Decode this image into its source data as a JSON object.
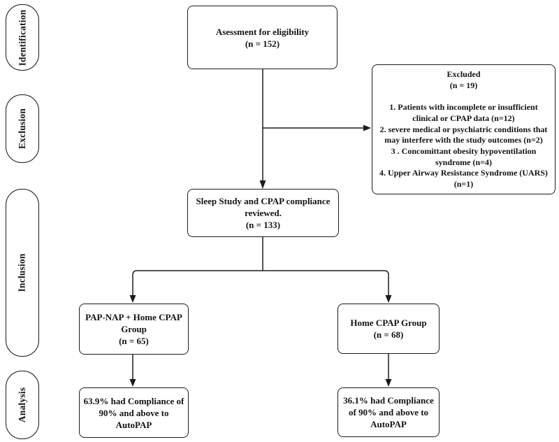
{
  "sidebar": {
    "stages": [
      {
        "label": "Identification"
      },
      {
        "label": "Exclusion"
      },
      {
        "label": "Inclusion"
      },
      {
        "label": "Analysis"
      }
    ]
  },
  "flow": {
    "eligibility": {
      "lines": [
        "Asessment for eligibility",
        "(n = 152)"
      ]
    },
    "excluded": {
      "lines": [
        "Excluded",
        "(n = 19)",
        "",
        "1. Patients with incomplete or insufficient",
        "clinical or CPAP data (n=12)",
        "2. severe medical or psychiatric conditions that",
        "may interfere with the study outcomes (n=2)",
        "3 . Concomittant obesity hypoventilation",
        "syndrome (n=4)",
        "4. Upper Airway Resistance Syndrome (UARS)",
        "(n=1)"
      ]
    },
    "reviewed": {
      "lines": [
        "Sleep Study and CPAP compliance",
        "reviewed.",
        "(n = 133)"
      ]
    },
    "papnap_group": {
      "lines": [
        "PAP-NAP + Home CPAP",
        "Group",
        "(n = 65)"
      ]
    },
    "home_group": {
      "lines": [
        "Home CPAP Group",
        "(n = 68)"
      ]
    },
    "papnap_outcome": {
      "lines": [
        "63.9% had Compliance of",
        "90% and above to",
        "AutoPAP"
      ]
    },
    "home_outcome": {
      "lines": [
        "36.1% had Compliance",
        "of 90% and above to",
        "AutoPAP"
      ]
    }
  },
  "colors": {
    "line": "#1b1b1b",
    "background": "#ffffff",
    "text": "#131313"
  }
}
